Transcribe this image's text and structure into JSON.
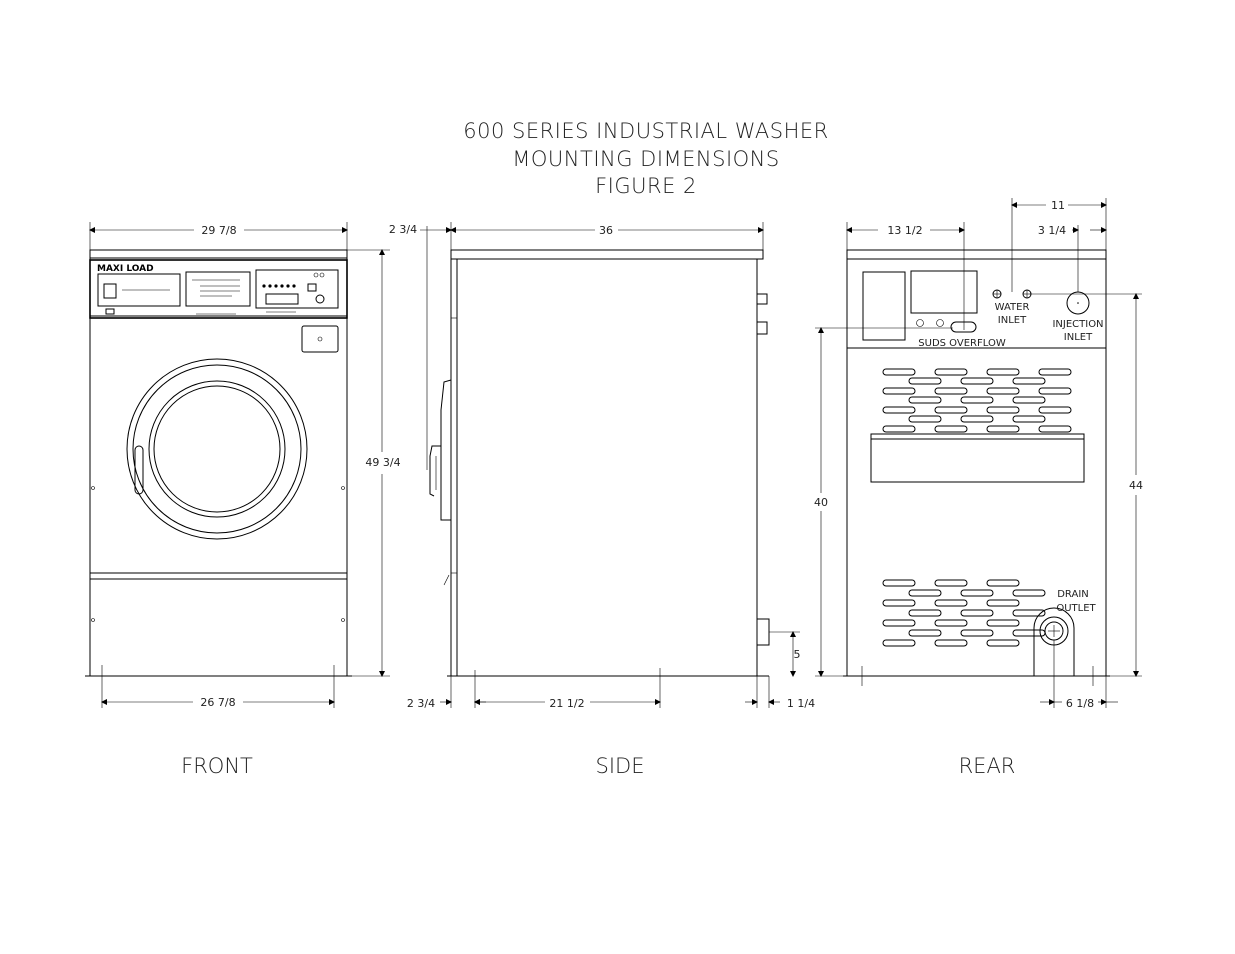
{
  "title": {
    "line1": "600 SERIES INDUSTRIAL WASHER",
    "line2": "MOUNTING DIMENSIONS",
    "line3": "FIGURE 2"
  },
  "views": {
    "front": "FRONT",
    "side": "SIDE",
    "rear": "REAR"
  },
  "front": {
    "width_top": "29 7/8",
    "height": "49 3/4",
    "width_base": "26 7/8",
    "brand": "MAXI LOAD"
  },
  "side": {
    "depth_top": "36",
    "offset_top": "2 3/4",
    "offset_bottom": "2 3/4",
    "depth_base": "21 1/2",
    "rear_offset": "1 1/4",
    "outlet_height": "5"
  },
  "rear": {
    "left_offset": "13 1/2",
    "water_offset": "11",
    "injection_offset": "3 1/4",
    "left_height": "40",
    "right_height": "44",
    "drain_offset": "6 1/8",
    "suds_label": "SUDS OVERFLOW",
    "water_label_1": "WATER",
    "water_label_2": "INLET",
    "injection_label_1": "INJECTION",
    "injection_label_2": "INLET",
    "drain_label_1": "DRAIN",
    "drain_label_2": "OUTLET"
  }
}
